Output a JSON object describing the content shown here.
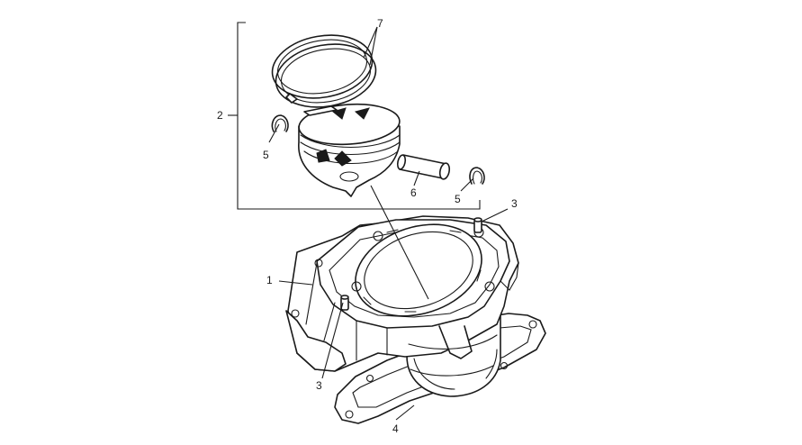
{
  "callouts": {
    "c1": "1",
    "c2": "2",
    "c3a": "3",
    "c3b": "3",
    "c4": "4",
    "c5a": "5",
    "c5b": "5",
    "c6": "6",
    "c7": "7"
  }
}
